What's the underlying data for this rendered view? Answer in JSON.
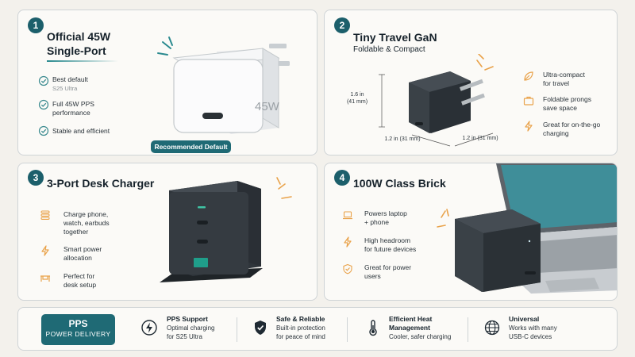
{
  "panel1": {
    "number": "1",
    "title_line1": "Official 45W",
    "title_line2": "Single-Port",
    "features": [
      "Best default",
      "S25 Ultra",
      "Full 45W PPS",
      "performance",
      "Stable and efficient"
    ],
    "charger_label": "45W",
    "badge": "Recommended Default"
  },
  "panel2": {
    "number": "2",
    "title": "Tiny Travel GaN",
    "subtitle": "Foldable & Compact",
    "dim_height": "1.6 in",
    "dim_height_mm": "(41 mm)",
    "dim_width_left": "1.2 in (31 mm)",
    "dim_width_right": "1.2 in (31 mm)",
    "features": [
      "Ultra-compact",
      "for travel",
      "Foldable prongs",
      "save space",
      "Great for on-the-go",
      "charging"
    ]
  },
  "panel3": {
    "number": "3",
    "title": "3-Port Desk Charger",
    "features": [
      "Charge phone,",
      "watch, earbuds",
      "together",
      "Smart power",
      "allocation",
      "Perfect for",
      "desk setup"
    ]
  },
  "panel4": {
    "number": "4",
    "title": "100W Class Brick",
    "features": [
      "Powers laptop",
      "+ phone",
      "High headroom",
      "for future devices",
      "Great for power",
      "users"
    ]
  },
  "bottom": {
    "pps_title": "PPS",
    "pps_sub": "POWER DELIVERY",
    "items": [
      {
        "heading": "PPS Support",
        "line1": "Optimal charging",
        "line2": "for S25 Ultra"
      },
      {
        "heading": "Safe & Reliable",
        "line1": "Built-in protection",
        "line2": "for peace of mind"
      },
      {
        "heading": "Efficient Heat",
        "line1": "Management",
        "line2": "Cooler, safer charging"
      },
      {
        "heading": "Universal",
        "line1": "Works with many",
        "line2": "USB-C devices"
      }
    ]
  },
  "colors": {
    "accent": "#1f6a75",
    "icon_orange": "#e9a24a",
    "check_teal": "#3a8a8f"
  }
}
